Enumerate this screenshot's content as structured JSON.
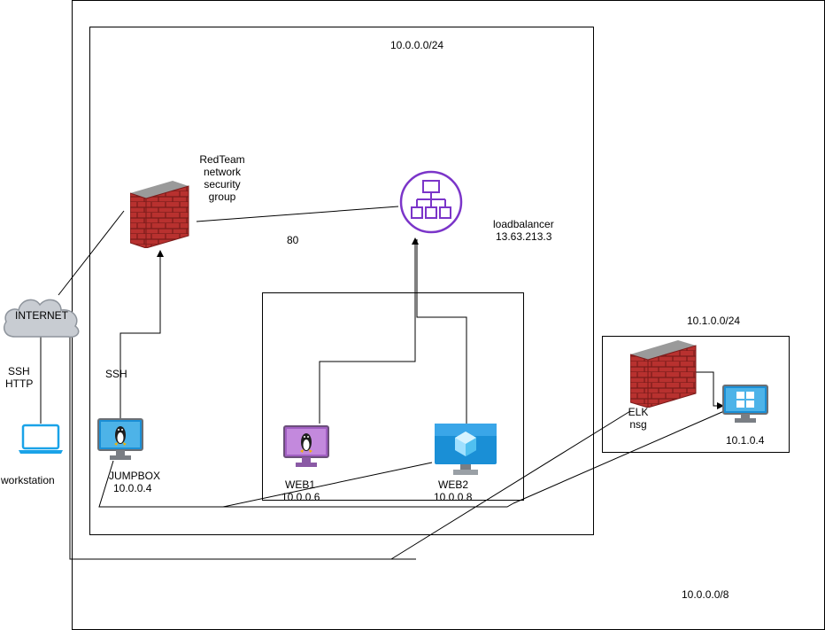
{
  "networks": {
    "outer_cidr": "10.0.0.0/8",
    "vnet_cidr": "10.0.0.0/24",
    "elk_cidr": "10.1.0.0/24"
  },
  "nodes": {
    "internet": "INTERNET",
    "workstation": "workstation",
    "protocols": [
      "SSH",
      "HTTP"
    ],
    "jumpbox_ssh": "SSH",
    "redteam_nsg": [
      "RedTeam",
      "network",
      "security",
      "group"
    ],
    "port": "80",
    "loadbalancer_name": "loadbalancer",
    "loadbalancer_ip": "13.63.213.3",
    "jumpbox_name": "JUMPBOX",
    "jumpbox_ip": "10.0.0.4",
    "web1_name": "WEB1",
    "web1_ip": "10.0.0.6",
    "web2_name": "WEB2",
    "web2_ip": "10.0.0.8",
    "elk_nsg": [
      "ELK",
      "nsg"
    ],
    "elk_ip": "10.1.0.4"
  },
  "colors": {
    "firewall": "#b8312f",
    "loadbalancer": "#7b35c9",
    "azure_monitor": "#1a8fd6",
    "cloud": "#c8ccd2",
    "laptop": "#1aa3e8",
    "linux_vm": "#a15fc2"
  }
}
